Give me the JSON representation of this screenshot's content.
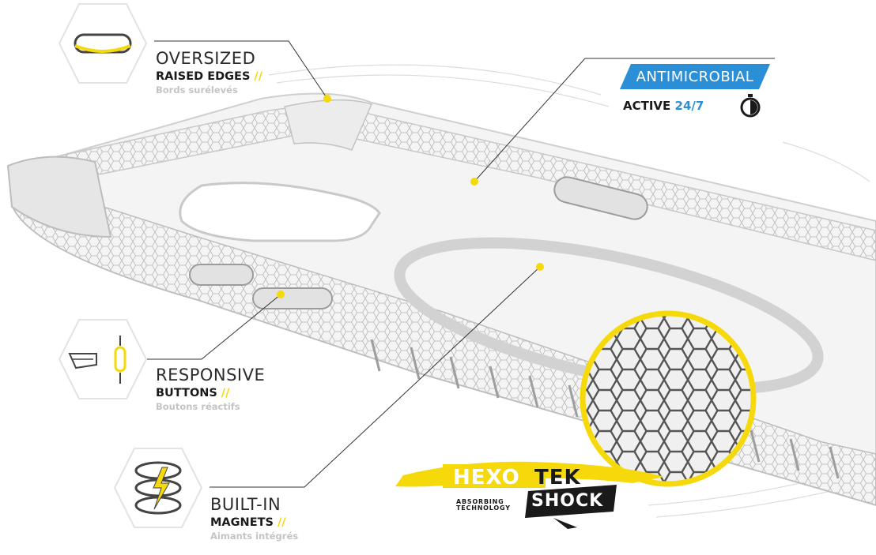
{
  "features": {
    "edges": {
      "line1": "OVERSIZED",
      "line2": "RAISED EDGES",
      "slashes": "//",
      "line3": "Bords surélevés",
      "icon": "oval-edge-icon"
    },
    "buttons": {
      "line1": "RESPONSIVE",
      "line2": "BUTTONS",
      "slashes": "//",
      "line3": "Boutons réactifs",
      "icon": "pointing-hand-icon"
    },
    "magnets": {
      "line1": "BUILT-IN",
      "line2": "MAGNETS",
      "slashes": "//",
      "line3": "Aimants intégrés",
      "icon": "magnet-bolt-icon"
    }
  },
  "antimicrobial": {
    "label": "ANTIMICROBIAL",
    "active": "ACTIVE",
    "hours": "24/7",
    "icon": "stopwatch-icon"
  },
  "hexotek": {
    "hexo": "HEXO",
    "tek": "TEK",
    "absorbing": "ABSORBING",
    "technology": "TECHNOLOGY",
    "shock": "SHOCK"
  },
  "colors": {
    "accent_yellow": "#f5d90a",
    "accent_blue": "#2a8fd6",
    "text_dark": "#1a1a1a",
    "text_light": "#c4c4c4"
  }
}
